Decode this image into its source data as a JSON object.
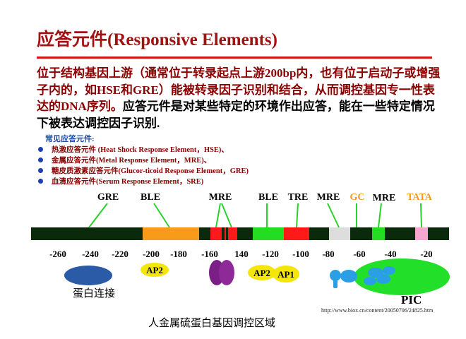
{
  "title": "应答元件(Responsive Elements)",
  "paragraph": {
    "p1": "位于结构基因上游（通常位于转录起点上游200bp内，也有位于启动子或增强子内的，如HSE和GRE）能被转录因子识别和结合，从而调控基因专一性表达的DNA序列。",
    "p2": "应答元件是对某些特定的环境作出应答，能在一些特定情况下被表达调控因子识别."
  },
  "common": {
    "heading": "常见应答元件:",
    "items": [
      "热激应答元件 (Heat Shock Response Element，HSE)、",
      "金属应答元件(Metal Response Element，MRE)、",
      "糖皮质激素应答元件(Glucor-ticoid Response Element，GRE)",
      "血清应答元件(Serum Response Element，SRE)"
    ]
  },
  "diagram": {
    "elements": [
      {
        "label": "GRE",
        "color": "#000000"
      },
      {
        "label": "BLE",
        "color": "#000000"
      },
      {
        "label": "MRE",
        "color": "#000000"
      },
      {
        "label": "BLE",
        "color": "#000000"
      },
      {
        "label": "TRE",
        "color": "#000000"
      },
      {
        "label": "MRE",
        "color": "#000000"
      },
      {
        "label": "GC",
        "color": "#f59a1e"
      },
      {
        "label": "MRE",
        "color": "#000000"
      },
      {
        "label": "TATA",
        "color": "#f59a1e"
      }
    ],
    "segment_colors": [
      "#0b2a0b",
      "#f89a1a",
      "#ff1a1a",
      "#22dd22",
      "#ff1a1a",
      "#dddddd",
      "#22dd22",
      "#22dd22",
      "#f7a6cf"
    ],
    "positions": [
      "-260",
      "-240",
      "-220",
      "-200",
      "-180",
      "-160",
      "140",
      "-120",
      "-100",
      "-80",
      "-60",
      "-40",
      "-20"
    ],
    "factors": {
      "ap2_a": "AP2",
      "ap2_b": "AP2",
      "ap1": "AP1",
      "protein_binding": "蛋白连接",
      "pic": "PIC"
    }
  },
  "url": "http://www.biox.cn/content/20050706/24825.htm",
  "bottom_title": "人金属硫蛋白基因调控区域"
}
